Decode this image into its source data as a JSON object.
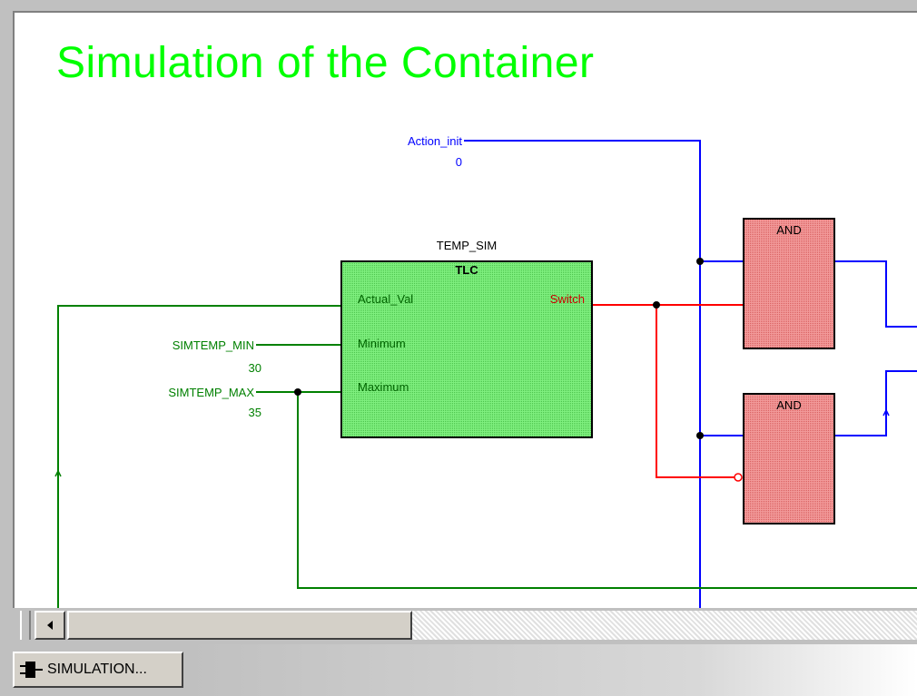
{
  "window": {
    "title": "Simulation of the Container",
    "tab_label": "SIMULATION..."
  },
  "diagram": {
    "inputs": {
      "action_init": {
        "name": "Action_init",
        "value": "0"
      },
      "simtemp_min": {
        "name": "SIMTEMP_MIN",
        "value": "30"
      },
      "simtemp_max": {
        "name": "SIMTEMP_MAX",
        "value": "35"
      }
    },
    "tlc_block": {
      "instance": "TEMP_SIM",
      "type": "TLC",
      "in_actual": "Actual_Val",
      "in_min": "Minimum",
      "in_max": "Maximum",
      "out_switch": "Switch"
    },
    "and_block_1": {
      "type": "AND"
    },
    "and_block_2": {
      "type": "AND"
    }
  },
  "colors": {
    "title": "#00ff00",
    "green_wire": "#008000",
    "blue_wire": "#0000ff",
    "red_wire": "#ff0000",
    "tlc_fill": "#66e066",
    "and_fill": "#f08080"
  }
}
